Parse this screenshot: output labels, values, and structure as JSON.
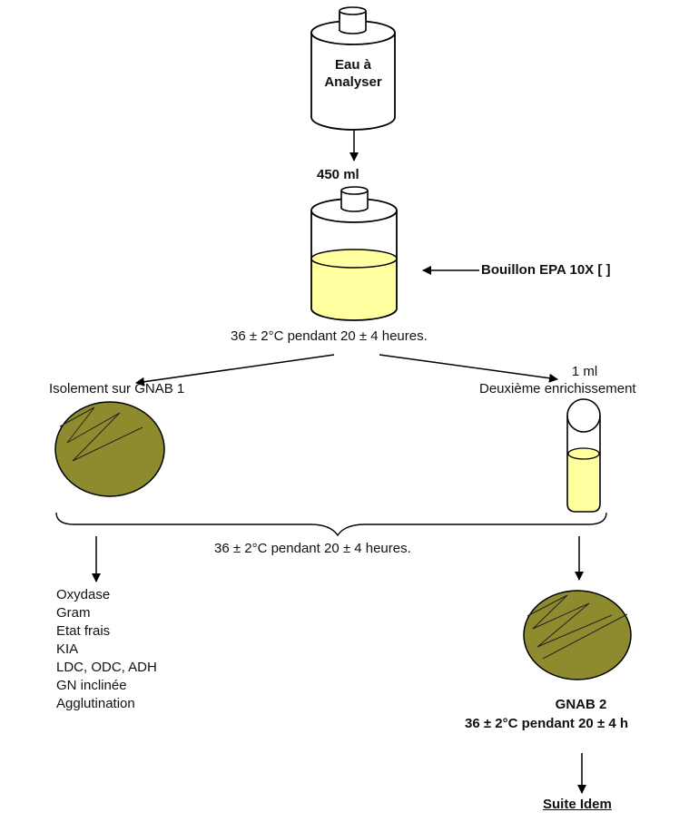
{
  "colors": {
    "stroke": "#000000",
    "liquid": "#ffffa0",
    "agar": "#8e8a2e",
    "background": "#ffffff"
  },
  "bottle1": {
    "label_line1": "Eau à",
    "label_line2": "Analyser"
  },
  "volume_label": "450 ml",
  "broth_label": "Bouillon EPA 10X [ ]",
  "incubation1": "36 ± 2°C pendant 20 ± 4 heures.",
  "left_branch": {
    "title": "Isolement sur GNAB 1"
  },
  "right_branch": {
    "volume": "1 ml",
    "title": "Deuxième enrichissement"
  },
  "incubation2": "36 ± 2°C pendant 20 ± 4 heures.",
  "tests": [
    "Oxydase",
    "Gram",
    "Etat frais",
    "KIA",
    "LDC, ODC, ADH",
    "GN inclinée",
    "Agglutination"
  ],
  "gnab2": {
    "label": "GNAB 2",
    "incubation": "36 ± 2°C pendant 20 ± 4 h"
  },
  "suite": "Suite Idem"
}
